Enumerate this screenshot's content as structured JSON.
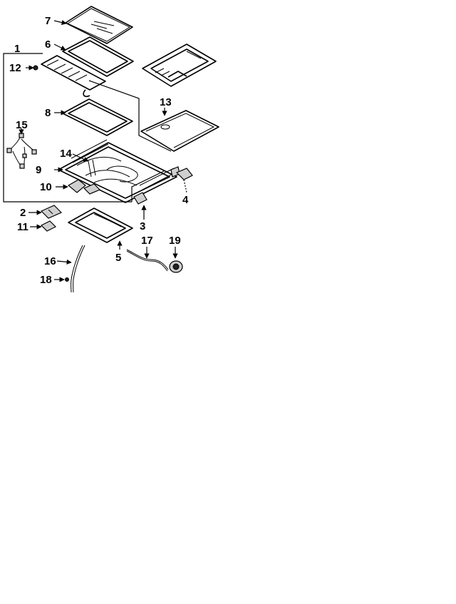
{
  "callouts": {
    "c1": "1",
    "c2": "2",
    "c3": "3",
    "c4": "4",
    "c5": "5",
    "c6": "6",
    "c7": "7",
    "c8": "8",
    "c9": "9",
    "c10": "10",
    "c11": "11",
    "c12": "12",
    "c13": "13",
    "c14": "14",
    "c15": "15",
    "c16": "16",
    "c17": "17",
    "c18": "18",
    "c19": "19"
  },
  "icons": {
    "arrowhead": "arrowhead-icon"
  }
}
